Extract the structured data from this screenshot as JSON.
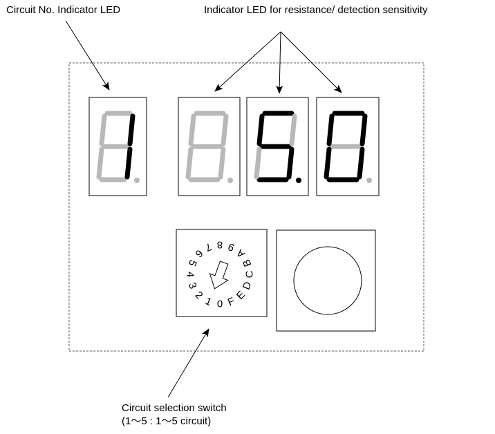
{
  "labels": {
    "circuit_no_led": "Circuit No. Indicator LED",
    "resistance_led": "Indicator LED for resistance/ detection sensitivity",
    "selection_switch_line1": "Circuit selection switch",
    "selection_switch_line2": "(1～5 : 1～5 circuit)"
  },
  "displays": [
    {
      "name": "circuit-no-digit",
      "lit_segments": [
        "b",
        "c"
      ],
      "dp_lit": false
    },
    {
      "name": "resistance-digit-1",
      "lit_segments": [],
      "dp_lit": false
    },
    {
      "name": "resistance-digit-2",
      "lit_segments": [
        "a",
        "f",
        "g",
        "c",
        "d"
      ],
      "dp_lit": true
    },
    {
      "name": "resistance-digit-3",
      "lit_segments": [
        "a",
        "b",
        "c",
        "d",
        "e",
        "f"
      ],
      "dp_lit": false
    }
  ],
  "rotary_switch": {
    "positions": [
      "0",
      "1",
      "2",
      "3",
      "4",
      "5",
      "6",
      "7",
      "8",
      "9",
      "A",
      "B",
      "C",
      "D",
      "E",
      "F"
    ],
    "pointer_position": "0"
  },
  "colors": {
    "lit_segment": "#000000",
    "unlit_segment": "#b8b8b8",
    "line": "#000000",
    "panel_border": "#555555"
  }
}
